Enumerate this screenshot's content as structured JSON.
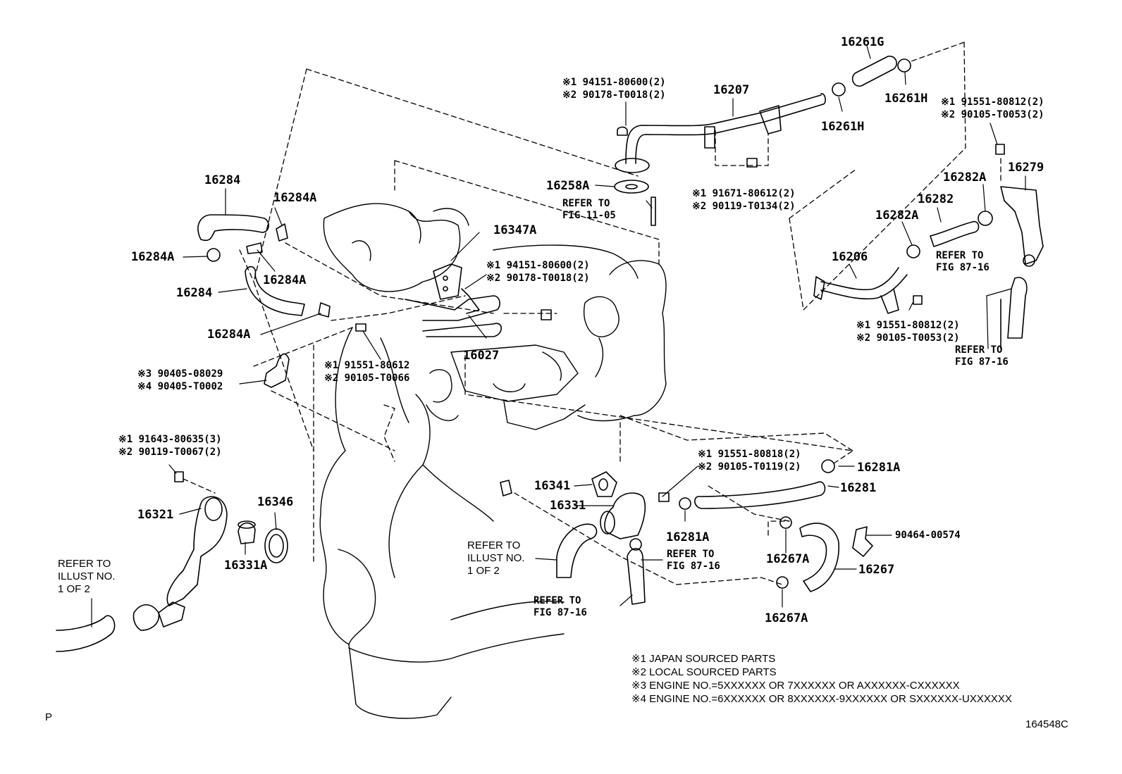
{
  "callouts": [
    {
      "id": "16261G",
      "text": "16261G"
    },
    {
      "id": "16207",
      "text": "16207"
    },
    {
      "id": "16261H-top",
      "text": "16261H"
    },
    {
      "id": "16261H-mid",
      "text": "16261H"
    },
    {
      "id": "16258A",
      "text": "16258A"
    },
    {
      "id": "16282A-top",
      "text": "16282A"
    },
    {
      "id": "16279",
      "text": "16279"
    },
    {
      "id": "16282",
      "text": "16282"
    },
    {
      "id": "16282A-left",
      "text": "16282A"
    },
    {
      "id": "16206",
      "text": "16206"
    },
    {
      "id": "16284-top",
      "text": "16284"
    },
    {
      "id": "16284A-top",
      "text": "16284A"
    },
    {
      "id": "16284A-left",
      "text": "16284A"
    },
    {
      "id": "16284A-mid",
      "text": "16284A"
    },
    {
      "id": "16284-mid",
      "text": "16284"
    },
    {
      "id": "16284A-low",
      "text": "16284A"
    },
    {
      "id": "16347A",
      "text": "16347A"
    },
    {
      "id": "16027",
      "text": "16027"
    },
    {
      "id": "16321",
      "text": "16321"
    },
    {
      "id": "16346",
      "text": "16346"
    },
    {
      "id": "16331A",
      "text": "16331A"
    },
    {
      "id": "16341",
      "text": "16341"
    },
    {
      "id": "16331",
      "text": "16331"
    },
    {
      "id": "16281A-right",
      "text": "16281A"
    },
    {
      "id": "16281",
      "text": "16281"
    },
    {
      "id": "16281A-low",
      "text": "16281A"
    },
    {
      "id": "90464-00574",
      "text": "90464-00574"
    },
    {
      "id": "16267A-top",
      "text": "16267A"
    },
    {
      "id": "16267",
      "text": "16267"
    },
    {
      "id": "16267A-low",
      "text": "16267A"
    }
  ],
  "fasteners": [
    {
      "id": "f1a",
      "text": "※1 94151-80600(2)"
    },
    {
      "id": "f1b",
      "text": "※2 90178-T0018(2)"
    },
    {
      "id": "f2a",
      "text": "※1 91671-80612(2)"
    },
    {
      "id": "f2b",
      "text": "※2 90119-T0134(2)"
    },
    {
      "id": "f3a",
      "text": "※1 91551-80812(2)"
    },
    {
      "id": "f3b",
      "text": "※2 90105-T0053(2)"
    },
    {
      "id": "f4a",
      "text": "※1 91551-80812(2)"
    },
    {
      "id": "f4b",
      "text": "※2 90105-T0053(2)"
    },
    {
      "id": "f5a",
      "text": "※1 94151-80600(2)"
    },
    {
      "id": "f5b",
      "text": "※2 90178-T0018(2)"
    },
    {
      "id": "f6a",
      "text": "※1 91551-80612"
    },
    {
      "id": "f6b",
      "text": "※2 90105-T0066"
    },
    {
      "id": "f7a",
      "text": "※3 90405-08029"
    },
    {
      "id": "f7b",
      "text": "※4 90405-T0002"
    },
    {
      "id": "f8a",
      "text": "※1 91643-80635(3)"
    },
    {
      "id": "f8b",
      "text": "※2 90119-T0067(2)"
    },
    {
      "id": "f9a",
      "text": "※1 91551-80818(2)"
    },
    {
      "id": "f9b",
      "text": "※2 90105-T0119(2)"
    }
  ],
  "references": [
    {
      "id": "ref-fig11",
      "lines": [
        "REFER TO",
        "FIG 11-05"
      ]
    },
    {
      "id": "ref-fig87-a",
      "lines": [
        "REFER TO",
        "FIG 87-16"
      ]
    },
    {
      "id": "ref-fig87-b",
      "lines": [
        "REFER TO",
        "FIG 87-16"
      ]
    },
    {
      "id": "ref-fig87-c",
      "lines": [
        "REFER TO",
        "FIG 87-16"
      ]
    },
    {
      "id": "ref-fig87-d",
      "lines": [
        "REFER TO",
        "FIG 87-16"
      ]
    },
    {
      "id": "ref-illust-left",
      "lines": [
        "REFER TO",
        "ILLUST NO.",
        "1 OF 2"
      ]
    },
    {
      "id": "ref-illust-mid",
      "lines": [
        "REFER TO",
        "ILLUST NO.",
        "1 OF 2"
      ]
    }
  ],
  "notes": [
    "※1 JAPAN SOURCED PARTS",
    "※2 LOCAL SOURCED PARTS",
    "※3 ENGINE NO.=5XXXXXX OR 7XXXXXX OR AXXXXXX-CXXXXXX",
    "※4 ENGINE NO.=6XXXXXX OR 8XXXXXX-9XXXXXX OR SXXXXXX-UXXXXXX"
  ],
  "corner_left": "P",
  "figure_code": "164548C"
}
